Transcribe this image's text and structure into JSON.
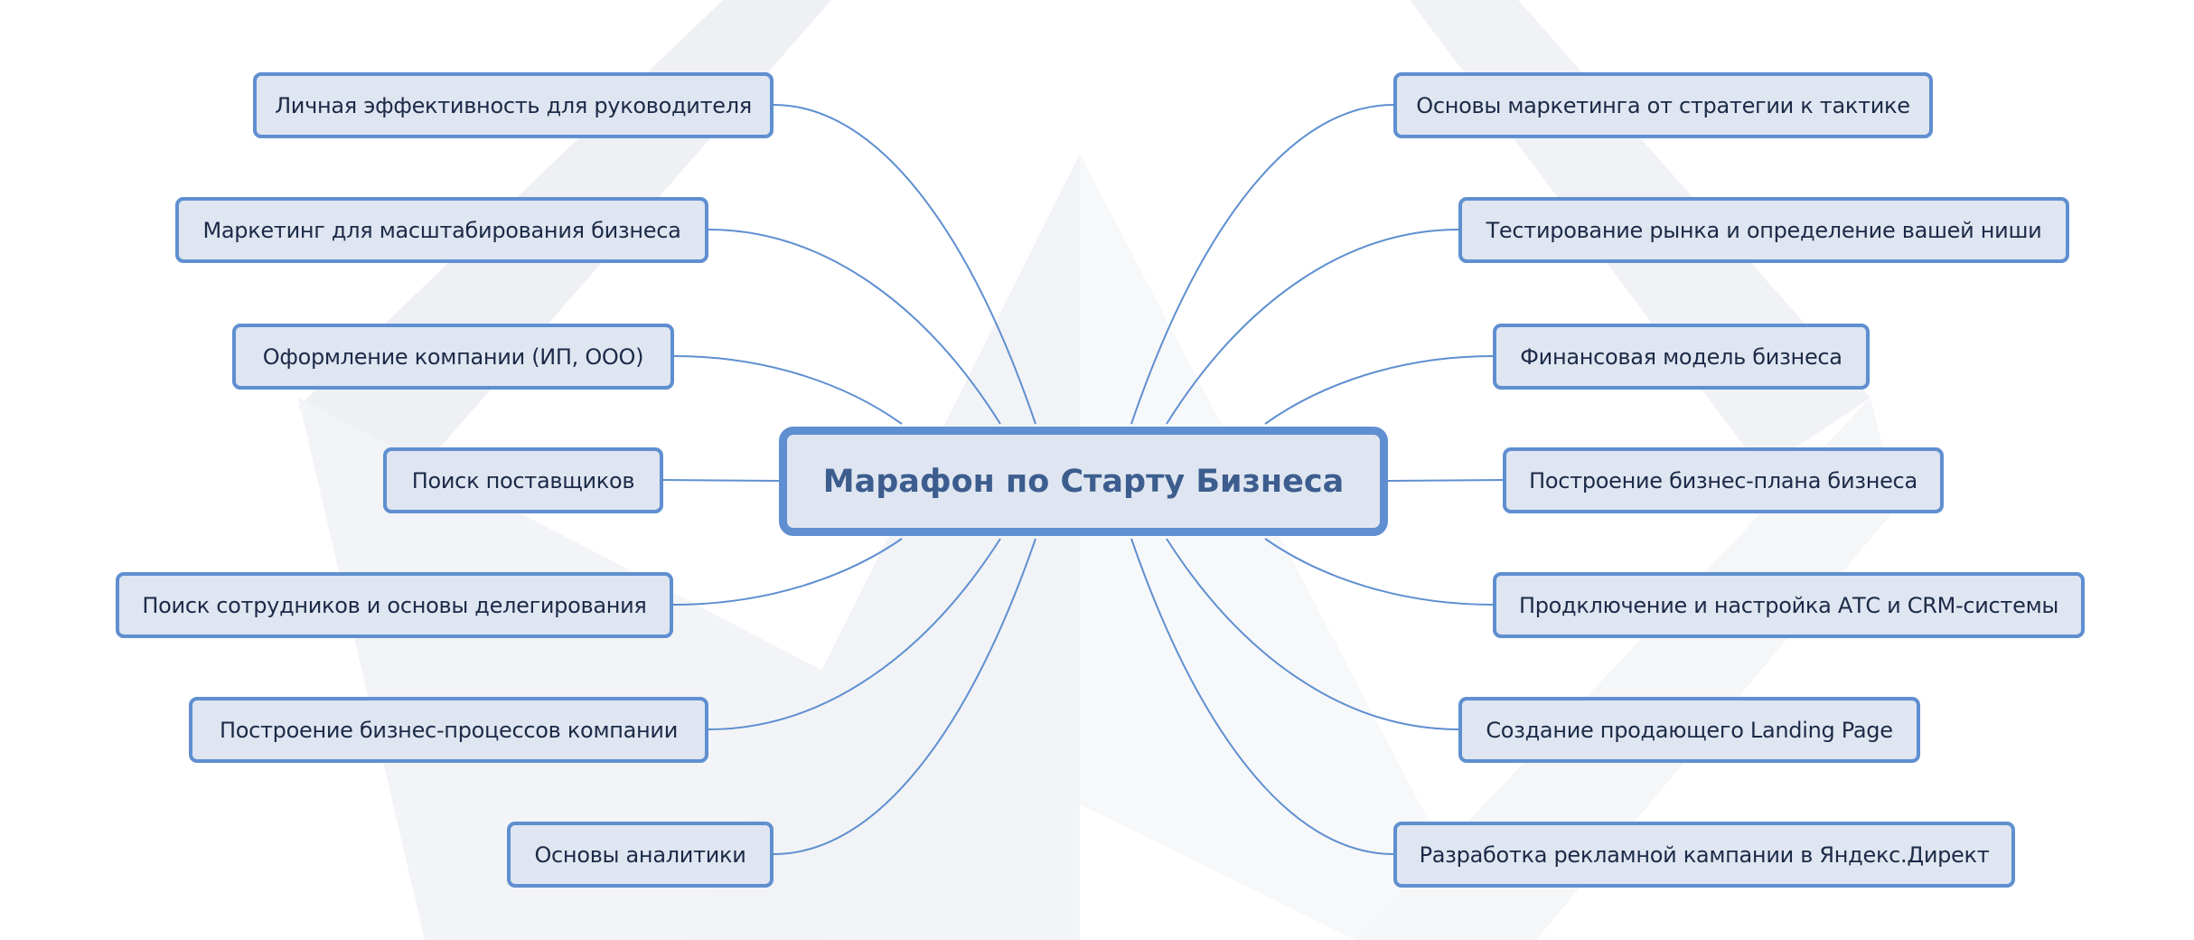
{
  "central_topic": "Марафон по Старту Бизнеса",
  "left_topics": [
    "Личная эффективность для руководителя",
    "Маркетинг для масштабирования бизнеса",
    "Оформление компании (ИП, ООО)",
    "Поиск поставщиков",
    "Поиск сотрудников и основы делегирования",
    "Построение бизнес-процессов компании",
    "Основы аналитики"
  ],
  "right_topics": [
    "Основы маркетинга от стратегии к тактике",
    "Тестирование рынка и определение вашей ниши",
    "Финансовая модель бизнеса",
    "Построение бизнес-плана бизнеса",
    "Продключение и настройка АТС и CRM-системы",
    "Создание продающего Landing Page",
    "Разработка рекламной кампании в Яндекс.Директ"
  ],
  "colors": {
    "line": "#5f8fd0",
    "node_fill": "#dfe6f1",
    "text": "#1c2a48",
    "center_text": "#3c5d8e"
  }
}
